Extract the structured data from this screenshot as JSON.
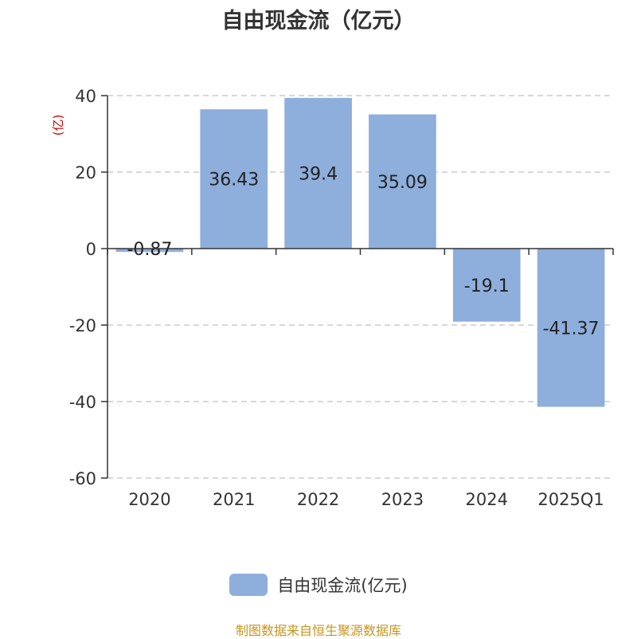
{
  "colors": {
    "bar": "#8eaedb",
    "axis": "#333333",
    "grid": "#cccccc",
    "ylabel": "#cc0000",
    "source": "#c8951e"
  },
  "source_note": "制图数据来自恒生聚源数据库",
  "chart_data": {
    "type": "bar",
    "title": "自由现金流（亿元）",
    "ylabel": "(亿)",
    "categories": [
      "2020",
      "2021",
      "2022",
      "2023",
      "2024",
      "2025Q1"
    ],
    "series": [
      {
        "name": "自由现金流(亿元)",
        "values": [
          -0.87,
          36.43,
          39.4,
          35.09,
          -19.1,
          -41.37
        ]
      }
    ],
    "data_labels": [
      "-0.87",
      "36.43",
      "39.4",
      "35.09",
      "-19.1",
      "-41.37"
    ],
    "ylim": [
      -60,
      40
    ],
    "yticks": [
      40,
      20,
      0,
      -20,
      -40,
      -60
    ],
    "grid": true,
    "legend_position": "bottom"
  }
}
